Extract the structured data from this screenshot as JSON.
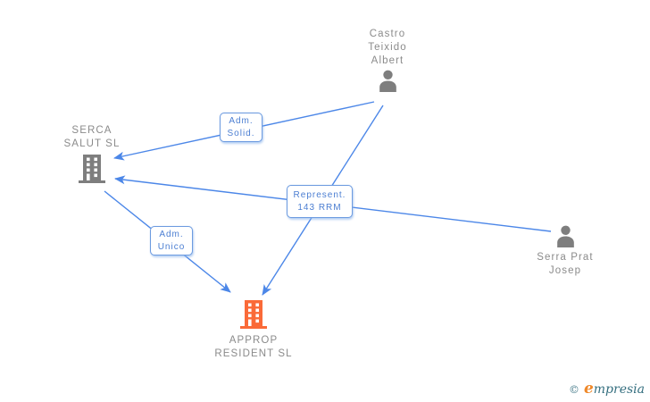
{
  "diagram_title": "company-relationship-graph",
  "colors": {
    "edge_blue": "#4c87e8",
    "chip_border_blue": "#6d9be0",
    "chip_text_blue": "#4b7ed2",
    "entity_gray": "#7e7e7e",
    "entity_orange": "#fa6a38",
    "node_text_gray": "#8b8b8b",
    "watermark_teal": "#356f7f",
    "watermark_orange": "#ef8829"
  },
  "nodes": {
    "castro": {
      "type": "person",
      "line1": "Castro",
      "line2": "Teixido",
      "line3": "Albert"
    },
    "serca": {
      "type": "company",
      "line1": "SERCA",
      "line2": "SALUT SL"
    },
    "serra": {
      "type": "person",
      "line1": "Serra Prat",
      "line2": "Josep"
    },
    "approp": {
      "type": "company",
      "line1": "APPROP",
      "line2": "RESIDENT SL"
    }
  },
  "edge_labels": {
    "adm_solid": {
      "line1": "Adm.",
      "line2": "Solid."
    },
    "represent": {
      "line1": "Represent.",
      "line2": "143 RRM"
    },
    "adm_unico": {
      "line1": "Adm.",
      "line2": "Unico"
    }
  },
  "relationships": [
    {
      "from": "castro",
      "to": "serca",
      "label": "Adm. Solid."
    },
    {
      "from": "serra",
      "to": "serca",
      "label": "Represent. 143 RRM"
    },
    {
      "from": "castro",
      "to": "approp",
      "label": ""
    },
    {
      "from": "serca",
      "to": "approp",
      "label": "Adm. Unico"
    }
  ],
  "watermark": {
    "copyright": "©",
    "brand_first_letter": "e",
    "brand_rest": "mpresia"
  }
}
